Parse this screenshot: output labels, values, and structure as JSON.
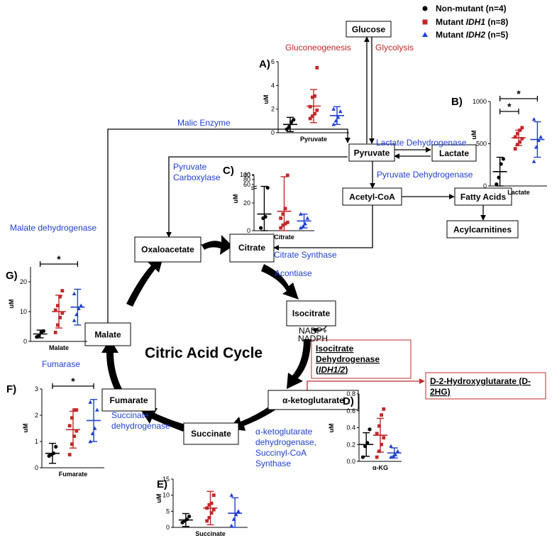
{
  "legend": [
    {
      "label": "Non-mutant (n=4)",
      "parts": [
        "Non-mutant (n=4)",
        "",
        ""
      ],
      "color": "#000000",
      "marker": "circle"
    },
    {
      "label": "Mutant IDH1 (n=8)",
      "parts": [
        "Mutant ",
        "IDH1",
        " (n=8)"
      ],
      "color": "#c0282a",
      "marker": "square"
    },
    {
      "label": "Mutant IDH2 (n=5)",
      "parts": [
        "Mutant ",
        "IDH2",
        " (n=5)"
      ],
      "color": "#1f3fd0",
      "marker": "triangle"
    }
  ],
  "metabolites": {
    "glucose": "Glucose",
    "pyruvate": "Pyruvate",
    "lactate": "Lactate",
    "acetyl_coa": "Acetyl-CoA",
    "fatty_acids": "Fatty Acids",
    "acylcarnitines": "Acylcarnitines",
    "oxaloacetate": "Oxaloacetate",
    "citrate": "Citrate",
    "isocitrate": "Isocitrate",
    "alpha_kg": "α-ketoglutarate",
    "succinate": "Succinate",
    "fumarate": "Fumarate",
    "malate": "Malate",
    "d2hg_line1": "D-2-Hydroxyglutarate (D-",
    "d2hg_line2": "2HG)"
  },
  "enzymes": {
    "gluconeogenesis": "Gluconeogenesis",
    "glycolysis": "Glycolysis",
    "malic_enzyme": "Malic Enzyme",
    "lactate_dehydrogenase": "Lactate Dehydrogenase",
    "pyruvate_dehydrogenase": "Pyruvate Dehydrogenase",
    "pyruvate_carboxylase_1": "Pyruvate",
    "pyruvate_carboxylase_2": "Carboxylase",
    "malate_dehydrogenase": "Malate dehydrogenase",
    "citrate_synthase": "Citrate Synthase",
    "aconitase": "Acontiase",
    "idh_line1": "Isocitrate",
    "idh_line2": "Dehydrogenase",
    "idh_line3_open": "(",
    "idh_line3_italic": "IDH1/2",
    "idh_line3_close": ")",
    "nadp": "NADP+",
    "nadph": "NADPH",
    "fumarase": "Fumarase",
    "succinate_dh_1": "Succinate",
    "succinate_dh_2": "dehydrogenase",
    "akg_dh_1": "α-ketoglutarate",
    "akg_dh_2": "dehydrogenase,",
    "akg_dh_3": "Succinyl-CoA",
    "akg_dh_4": "Synthase"
  },
  "cycle_title": "Citric Acid Cycle",
  "colors": {
    "red_text": "#c0282a",
    "blue_text": "#1f3fd0",
    "arrow": "#000000"
  },
  "chart_data": [
    {
      "id": "A",
      "panel_label": "A)",
      "type": "scatter",
      "xlabel": "Pyruvate",
      "ylabel": "uM",
      "ylim": [
        0,
        6
      ],
      "yticks": [
        0,
        2,
        4,
        6
      ],
      "ytick_labels": [
        "0",
        "2",
        "4",
        "6"
      ],
      "reference_line": 0,
      "groups": [
        {
          "group": "Non-mutant",
          "values": [
            0.3,
            0.5,
            0.9,
            1.1
          ],
          "mean": 0.7,
          "sd": 0.6
        },
        {
          "group": "Mutant IDH1",
          "values": [
            1.2,
            1.4,
            1.6,
            1.9,
            2.2,
            3.0,
            3.1,
            5.5
          ],
          "mean": 2.25,
          "sd": 1.4
        },
        {
          "group": "Mutant IDH2",
          "values": [
            0.7,
            1.0,
            1.3,
            1.8,
            2.0
          ],
          "mean": 1.45,
          "sd": 0.75
        }
      ],
      "significance": []
    },
    {
      "id": "B",
      "panel_label": "B)",
      "type": "scatter",
      "xlabel": "Lactate",
      "ylabel": "uM",
      "ylim": [
        0,
        1000
      ],
      "yticks": [
        0,
        500,
        1000
      ],
      "ytick_labels": [
        "0",
        "500",
        "1000"
      ],
      "groups": [
        {
          "group": "Non-mutant",
          "values": [
            20,
            100,
            260,
            320
          ],
          "mean": 170,
          "sd": 170
        },
        {
          "group": "Mutant IDH1",
          "values": [
            440,
            490,
            520,
            560,
            580,
            620,
            660,
            690
          ],
          "mean": 570,
          "sd": 90
        },
        {
          "group": "Mutant IDH2",
          "values": [
            290,
            460,
            540,
            580,
            790
          ],
          "mean": 550,
          "sd": 210
        }
      ],
      "significance": [
        {
          "from": 0,
          "to": 1,
          "label": "*"
        },
        {
          "from": 0,
          "to": 2,
          "label": "*"
        }
      ]
    },
    {
      "id": "C",
      "panel_label": "C)",
      "type": "scatter",
      "xlabel": "Citrate",
      "ylabel": "uM",
      "ylim": [
        0,
        40
      ],
      "yticks": [
        0,
        20,
        40
      ],
      "ytick_labels": [
        "0",
        "20",
        "40"
      ],
      "broken_axis_upper_ticks": [
        "60",
        "80",
        "100"
      ],
      "reference_line": 0,
      "groups": [
        {
          "group": "Non-mutant",
          "values": [
            2,
            9,
            10,
            31
          ],
          "mean": 12,
          "sd": 20
        },
        {
          "group": "Mutant IDH1",
          "values": [
            2,
            4,
            5,
            6,
            9,
            12,
            16,
            60
          ],
          "mean": 14,
          "sd": 25
        },
        {
          "group": "Mutant IDH2",
          "values": [
            2,
            3,
            5,
            9,
            12
          ],
          "mean": 7,
          "sd": 5
        }
      ],
      "significance": []
    },
    {
      "id": "D",
      "panel_label": "D)",
      "type": "scatter",
      "xlabel": "α-KG",
      "ylabel": "uM",
      "ylim": [
        0,
        0.8
      ],
      "yticks": [
        0,
        0.2,
        0.4,
        0.6,
        0.8
      ],
      "ytick_labels": [
        "0.0",
        "0.2",
        "0.4",
        "0.6",
        "0.8"
      ],
      "groups": [
        {
          "group": "Non-mutant",
          "values": [
            0.05,
            0.18,
            0.22,
            0.38
          ],
          "mean": 0.2,
          "sd": 0.14
        },
        {
          "group": "Mutant IDH1",
          "values": [
            0.05,
            0.12,
            0.2,
            0.28,
            0.33,
            0.42,
            0.55,
            0.62
          ],
          "mean": 0.31,
          "sd": 0.2
        },
        {
          "group": "Mutant IDH2",
          "values": [
            0.05,
            0.06,
            0.08,
            0.12,
            0.18
          ],
          "mean": 0.1,
          "sd": 0.06
        }
      ],
      "significance": []
    },
    {
      "id": "E",
      "panel_label": "E)",
      "type": "scatter",
      "xlabel": "Succinate",
      "ylabel": "uM",
      "ylim": [
        0,
        15
      ],
      "yticks": [
        0,
        5,
        10,
        15
      ],
      "ytick_labels": [
        "0",
        "5",
        "10",
        "15"
      ],
      "groups": [
        {
          "group": "Non-mutant",
          "values": [
            1.5,
            2.0,
            2.5,
            3.4
          ],
          "mean": 2.3,
          "sd": 2.0
        },
        {
          "group": "Mutant IDH1",
          "values": [
            2.0,
            3.0,
            4.5,
            5.5,
            6.0,
            7.0,
            7.5,
            10.0
          ],
          "mean": 6.0,
          "sd": 5.2
        },
        {
          "group": "Mutant IDH2",
          "values": [
            0.5,
            2.5,
            4.0,
            5.0,
            10.0
          ],
          "mean": 4.4,
          "sd": 4.8
        }
      ],
      "significance": []
    },
    {
      "id": "F",
      "panel_label": "F)",
      "type": "scatter",
      "xlabel": "Fumarate",
      "ylabel": "uM",
      "ylim": [
        0,
        3
      ],
      "yticks": [
        0,
        1,
        2,
        3
      ],
      "ytick_labels": [
        "0",
        "1",
        "2",
        "3"
      ],
      "groups": [
        {
          "group": "Non-mutant",
          "values": [
            0.45,
            0.5,
            0.55,
            0.8
          ],
          "mean": 0.55,
          "sd": 0.38
        },
        {
          "group": "Mutant IDH1",
          "values": [
            0.5,
            0.9,
            1.2,
            1.4,
            1.6,
            1.9,
            2.2,
            2.2
          ],
          "mean": 1.45,
          "sd": 0.7
        },
        {
          "group": "Mutant IDH2",
          "values": [
            1.0,
            1.3,
            1.5,
            2.2,
            2.5
          ],
          "mean": 1.8,
          "sd": 0.8
        }
      ],
      "significance": [
        {
          "from": 0,
          "to": 2,
          "label": "*"
        }
      ]
    },
    {
      "id": "G",
      "panel_label": "G)",
      "type": "scatter",
      "xlabel": "Malate",
      "ylabel": "uM",
      "ylim": [
        0,
        25
      ],
      "yticks": [
        0,
        10,
        20
      ],
      "ytick_labels": [
        "0",
        "10",
        "20"
      ],
      "groups": [
        {
          "group": "Non-mutant",
          "values": [
            1.5,
            2.0,
            3.0,
            3.5
          ],
          "mean": 2.5,
          "sd": 1.3
        },
        {
          "group": "Mutant IDH1",
          "values": [
            3.0,
            5.5,
            8.0,
            9.5,
            10.5,
            12.0,
            15.0,
            17.0
          ],
          "mean": 10.0,
          "sd": 5.5
        },
        {
          "group": "Mutant IDH2",
          "values": [
            7.0,
            9.0,
            11.0,
            12.0,
            16.0
          ],
          "mean": 11.5,
          "sd": 6.0
        }
      ],
      "significance": [
        {
          "from": 0,
          "to": 2,
          "label": "*"
        }
      ]
    }
  ]
}
